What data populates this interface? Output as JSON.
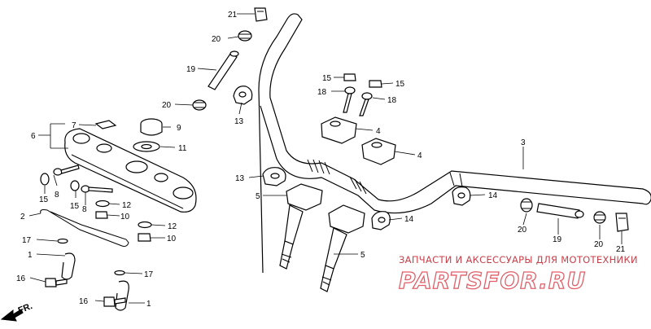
{
  "diagram": {
    "callouts": {
      "c1a": "1",
      "c1b": "1",
      "c2": "2",
      "c3": "3",
      "c4a": "4",
      "c4b": "4",
      "c5a": "5",
      "c5b": "5",
      "c6": "6",
      "c7": "7",
      "c8a": "8",
      "c8b": "8",
      "c9": "9",
      "c10a": "10",
      "c10b": "10",
      "c11": "11",
      "c12a": "12",
      "c12b": "12",
      "c13a": "13",
      "c13b": "13",
      "c14a": "14",
      "c14b": "14",
      "c15a": "15",
      "c15b": "15",
      "c15c": "15",
      "c15d": "15",
      "c16a": "16",
      "c16b": "16",
      "c17a": "17",
      "c17b": "17",
      "c18a": "18",
      "c18b": "18",
      "c19a": "19",
      "c19b": "19",
      "c20a": "20",
      "c20b": "20",
      "c20c": "20",
      "c20d": "20",
      "c21a": "21",
      "c21b": "21"
    },
    "direction_label": "FR.",
    "watermark": {
      "line1": "ЗАПЧАСТИ И АКСЕССУАРЫ ДЛЯ МОТОТЕХНИКИ",
      "line2": "PARTSFOR.RU"
    }
  }
}
